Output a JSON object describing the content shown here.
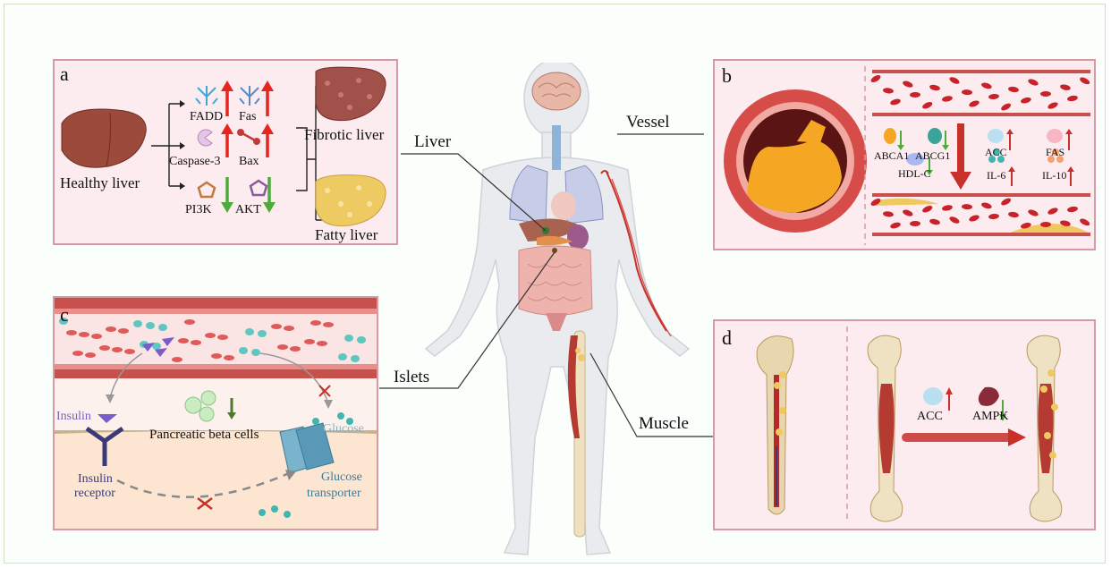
{
  "connectors": {
    "liver": "Liver",
    "vessel": "Vessel",
    "islets": "Islets",
    "muscle": "Muscle"
  },
  "panel_a": {
    "letter": "a",
    "healthy_liver": "Healthy liver",
    "fibrotic_liver": "Fibrotic liver",
    "fatty_liver": "Fatty liver",
    "markers": {
      "fadd": "FADD",
      "fas": "Fas",
      "caspase3": "Caspase-3",
      "bax": "Bax",
      "pi3k": "PI3K",
      "akt": "AKT"
    }
  },
  "panel_b": {
    "letter": "b",
    "markers": {
      "abca1": "ABCA1",
      "abcg1": "ABCG1",
      "hdlc": "HDL-C",
      "acc": "ACC",
      "fas": "FAS",
      "il6": "IL-6",
      "il10": "IL-10"
    }
  },
  "panel_c": {
    "letter": "c",
    "insulin": "Insulin",
    "beta_cells": "Pancreatic beta cells",
    "glucose": "Glucose",
    "insulin_receptor": [
      "Insulin",
      "receptor"
    ],
    "glucose_transporter": [
      "Glucose",
      "transporter"
    ]
  },
  "panel_d": {
    "letter": "d",
    "acc": "ACC",
    "ampk": "AMPK"
  },
  "colors": {
    "up_arrow": "#e8241e",
    "down_arrow": "#4eaa3c",
    "panel_fill": "#fcecef",
    "panel_border": "#d79aa4",
    "liver_healthy": "#9b4a3c",
    "liver_fatty": "#eecb62"
  }
}
